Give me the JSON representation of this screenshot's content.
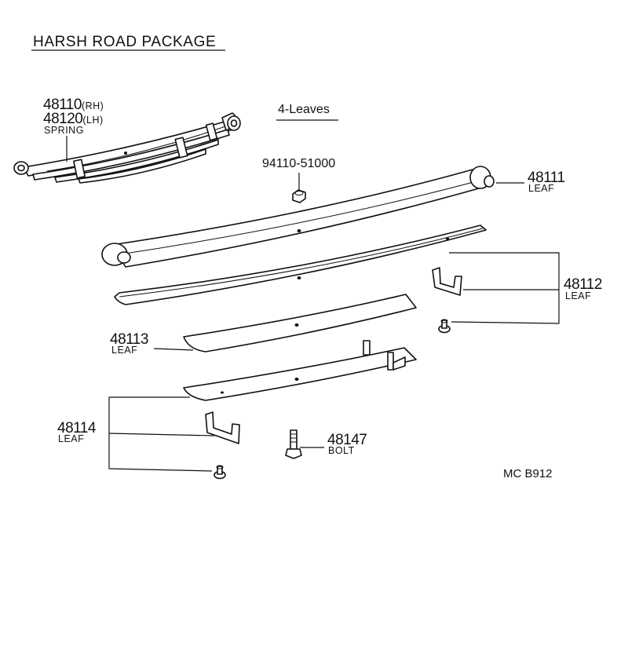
{
  "diagram": {
    "title": "HARSH  ROAD  PACKAGE",
    "subtitle": "4-Leaves",
    "footer": "MC  B912",
    "parts": {
      "spring": {
        "number_rh": "48110",
        "suffix_rh": "(RH)",
        "number_lh": "48120",
        "suffix_lh": "(LH)",
        "name": "SPRING"
      },
      "nut": {
        "number": "94110-51000"
      },
      "leaf1": {
        "number": "48111",
        "name": "LEAF"
      },
      "leaf2": {
        "number": "48112",
        "name": "LEAF"
      },
      "leaf3": {
        "number": "48113",
        "name": "LEAF"
      },
      "leaf4": {
        "number": "48114",
        "name": "LEAF"
      },
      "bolt": {
        "number": "48147",
        "name": "BOLT"
      }
    }
  }
}
